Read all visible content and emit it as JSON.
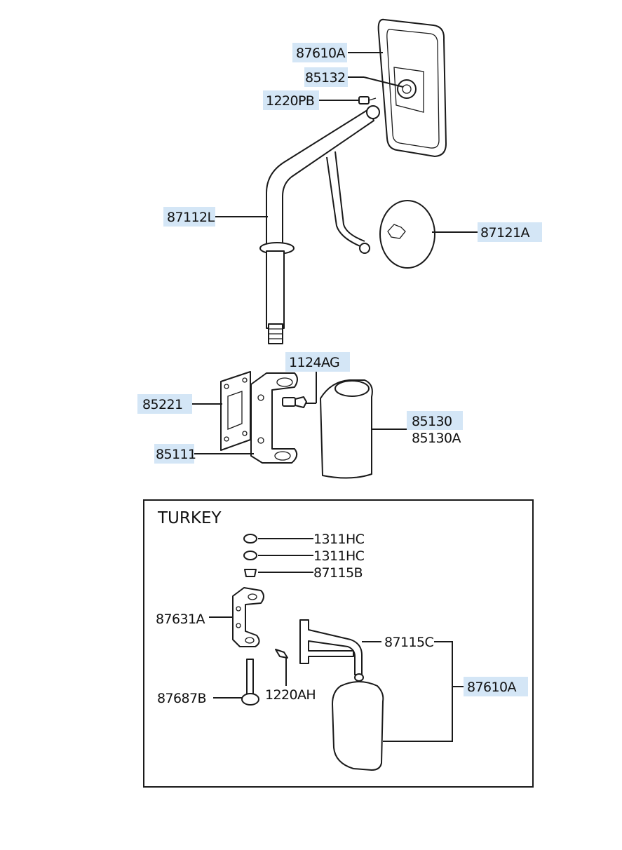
{
  "section_title": "TURKEY",
  "colors": {
    "highlight": "#d4e6f6",
    "line": "#1a1a1a"
  },
  "labels": {
    "mirror_top": "87610A",
    "mirror_holder": "85132",
    "screw_top": "1220PB",
    "stay": "87112L",
    "small_mirror": "87121A",
    "bolt": "1124AG",
    "plate": "85221",
    "bracket": "85111",
    "cover_a": "85130",
    "cover_b": "85130A",
    "nut_1": "1311HC",
    "nut_2": "1311HC",
    "washer": "87115B",
    "turkey_bracket": "87631A",
    "turkey_stay": "87115C",
    "turkey_mirror": "87610A",
    "turkey_bolt": "87687B",
    "turkey_screw": "1220AH"
  }
}
